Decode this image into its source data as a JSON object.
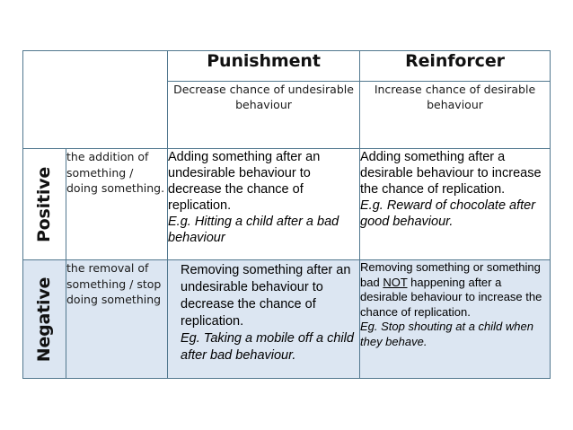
{
  "table": {
    "corner_label": "",
    "columns": [
      {
        "id": "punishment",
        "title": "Punishment",
        "subtitle": "Decrease chance of undesirable behaviour"
      },
      {
        "id": "reinforcer",
        "title": "Reinforcer",
        "subtitle": "Increase chance of desirable behaviour"
      }
    ],
    "rows": [
      {
        "id": "positive",
        "axis_label": "Positive",
        "description": "the addition of something / doing something.",
        "cells": [
          {
            "column": "punishment",
            "plain": "Adding something after an undesirable behaviour to decrease the chance of replication.",
            "italic": "E.g. Hitting a child after a bad behaviour"
          },
          {
            "column": "reinforcer",
            "plain": "Adding something after a desirable behaviour to increase the chance of replication.",
            "italic": "E.g. Reward of chocolate after good behaviour."
          }
        ]
      },
      {
        "id": "negative",
        "axis_label": "Negative",
        "description": "the removal of something / stop doing something",
        "cells": [
          {
            "column": "punishment",
            "plain": "Removing something after an undesirable behaviour to decrease the chance of replication.",
            "italic": "Eg. Taking a mobile off a child after bad behaviour."
          },
          {
            "column": "reinforcer",
            "plain_before_emphasis": "Removing something or something bad ",
            "emphasis": "NOT",
            "plain_after_emphasis": " happening after a desirable behaviour to increase the chance of replication.",
            "italic": "Eg. Stop shouting at a child when they behave."
          }
        ]
      }
    ]
  },
  "colors": {
    "border": "#52788f",
    "fill_tint": "#dce6f2",
    "page_background": "#ffffff",
    "text": "#111111"
  }
}
